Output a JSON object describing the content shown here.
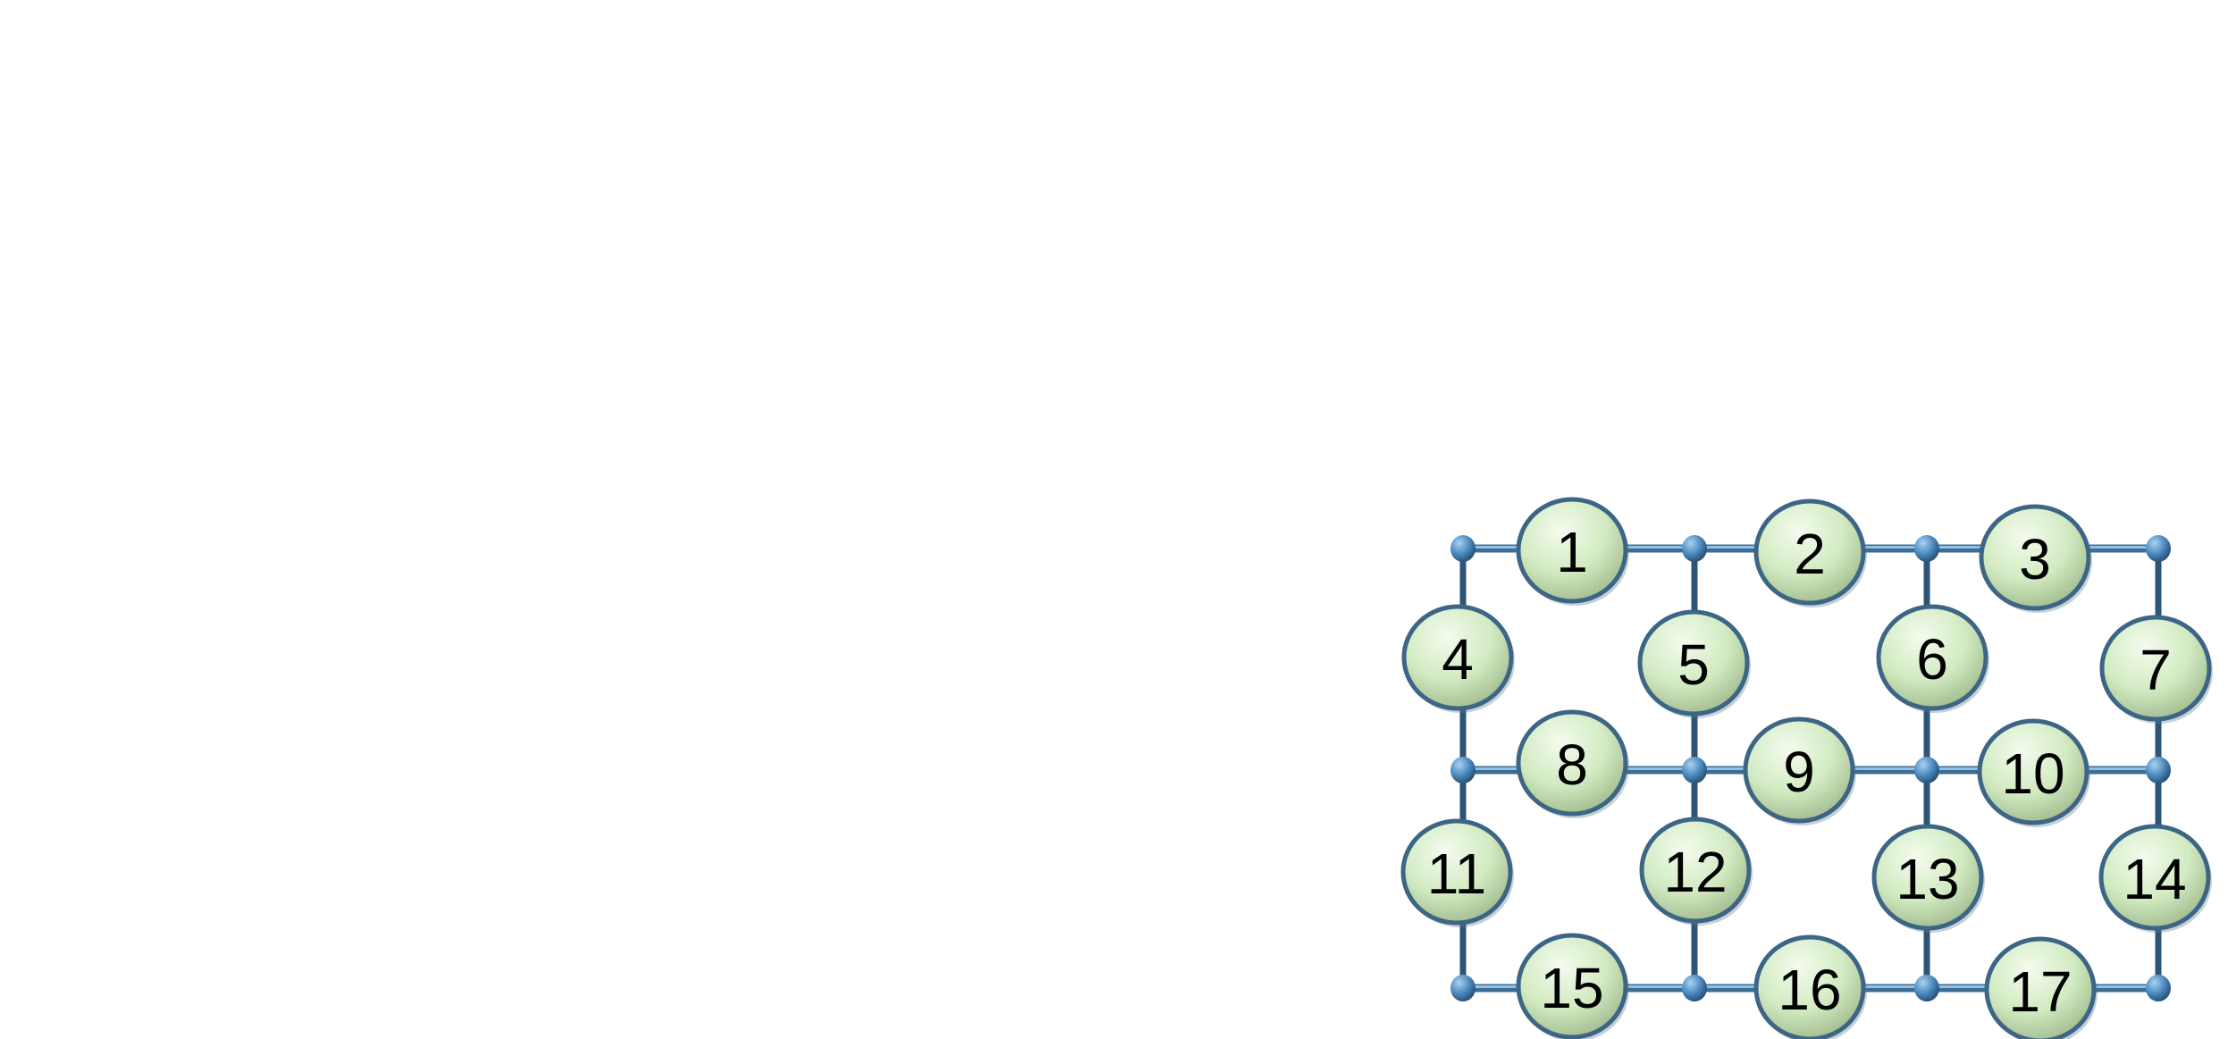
{
  "diagram": {
    "node_labels": [
      "1",
      "2",
      "3",
      "4",
      "5",
      "6",
      "7",
      "8",
      "9",
      "10",
      "11",
      "12",
      "13",
      "14",
      "15",
      "16",
      "17"
    ],
    "colors": {
      "node_fill": "#d2ebc2",
      "node_stroke": "#3d6585",
      "edge": "#3b6d96",
      "junction": "#4a88bd"
    }
  }
}
